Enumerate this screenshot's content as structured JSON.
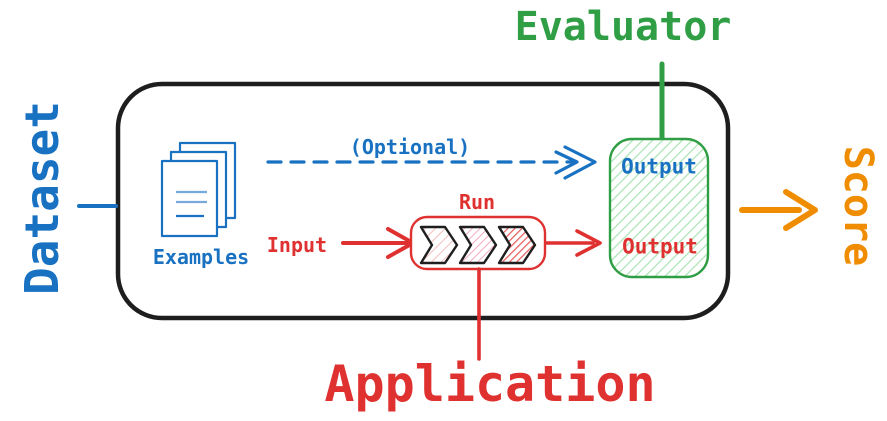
{
  "diagram": {
    "colors": {
      "blue": "#1971c2",
      "red": "#e03131",
      "green": "#2f9e44",
      "orange": "#f08c00",
      "outline_black": "#1e1e1e",
      "green_hatch_fill": "#a9e3b4"
    },
    "side_labels": {
      "dataset": "Dataset",
      "evaluator": "Evaluator",
      "score": "Score",
      "application": "Application"
    },
    "examples": {
      "label": "Examples"
    },
    "optional_arrow": {
      "label": "(Optional)"
    },
    "input": {
      "label": "Input"
    },
    "run_box": {
      "label": "Run"
    },
    "evaluator_box": {
      "top_output": "Output",
      "bottom_output": "Output"
    }
  }
}
